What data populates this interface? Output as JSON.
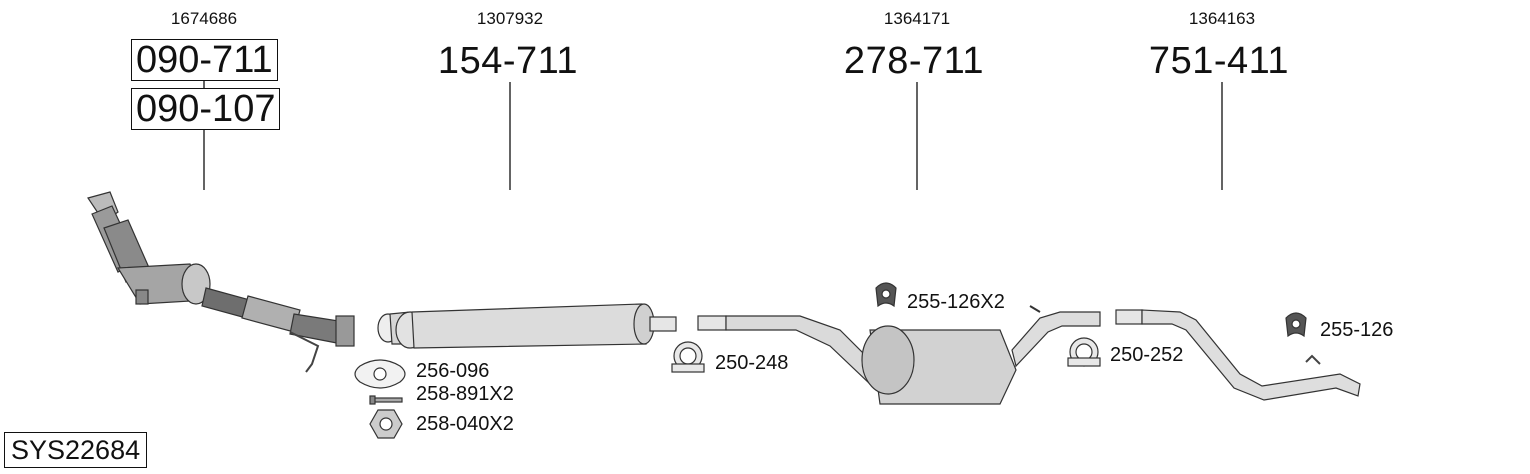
{
  "columns": [
    {
      "oem": "1674686",
      "parts": [
        "090-711",
        "090-107"
      ]
    },
    {
      "oem": "1307932",
      "parts": [
        "154-711"
      ]
    },
    {
      "oem": "1364171",
      "parts": [
        "278-711"
      ]
    },
    {
      "oem": "1364163",
      "parts": [
        "751-411"
      ]
    }
  ],
  "accessories": {
    "gasket": "256-096",
    "bolt": "258-891X2",
    "nut": "258-040X2",
    "clamp_1": "250-248",
    "hanger_1": "255-126X2",
    "clamp_2": "250-252",
    "hanger_2": "255-126"
  },
  "system_id": "SYS22684"
}
